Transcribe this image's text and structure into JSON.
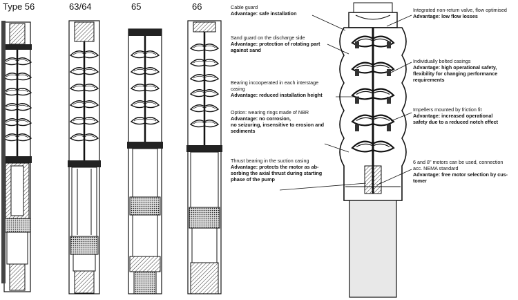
{
  "types": [
    {
      "id": "type-56",
      "label": "Type 56"
    },
    {
      "id": "type-63-64",
      "label": "63/64"
    },
    {
      "id": "type-65",
      "label": "65"
    },
    {
      "id": "type-66",
      "label": "66"
    }
  ],
  "annotations_left": [
    {
      "id": "cable-guard",
      "desc": "Cable guard",
      "adv": "Advantage: safe installation"
    },
    {
      "id": "sand-guard",
      "desc": "Sand guard on the discharge side",
      "adv": "Advantage: protection of rotating part\nagainst sand"
    },
    {
      "id": "bearing-interstage",
      "desc": "Bearing incooperated in each interstage\ncasing",
      "adv": "Advantage: reduced installation height"
    },
    {
      "id": "wearing-rings",
      "desc": "Option: wearing rings made of NBR",
      "adv": "Advantage: no corrosion,\nno seizuring, insensitive to erosion and\nsediments"
    },
    {
      "id": "thrust-bearing",
      "desc": "Thrust bearing in the suction casing",
      "adv": "Advantage: protects the motor as ab-\nsorbing the axial thrust during starting\nphase of the pump"
    }
  ],
  "annotations_right": [
    {
      "id": "non-return-valve",
      "desc": "Integrated non-return valve, flow optimised",
      "adv": "Advantage: low flow losses"
    },
    {
      "id": "bolted-casings",
      "desc": "Individually bolted casings",
      "adv": "Advantage: high operational safety,\nflexibility for changing performance\nrequirements"
    },
    {
      "id": "impellers",
      "desc": "Impellers mounted by friction fit",
      "adv": "Advantage: increased operational\nsafety due to a reduced notch effect"
    },
    {
      "id": "motors",
      "desc": "6 and 8\" motors can be used, connection\nacc. NEMA standard",
      "adv": "Advantage: free motor selection by cus-\ntomer"
    }
  ]
}
